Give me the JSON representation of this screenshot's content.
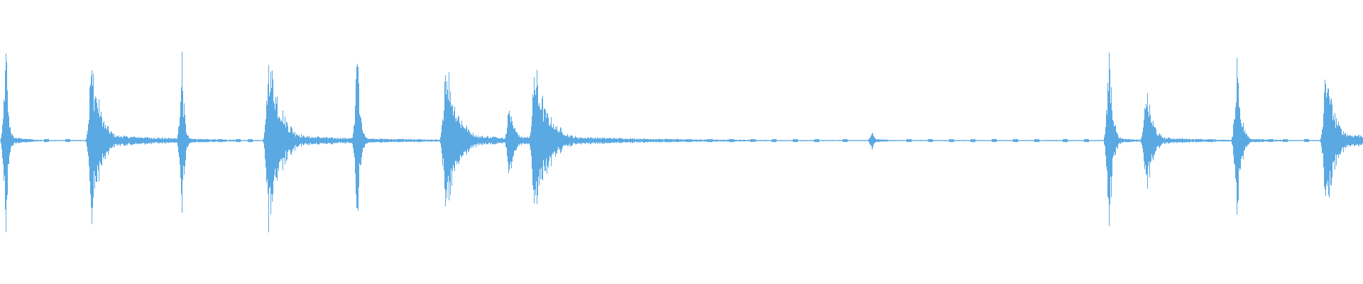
{
  "waveform": {
    "color": "#5aa9e3",
    "background": "#ffffff",
    "duration_units": 1920,
    "transients": [
      {
        "t": 8,
        "amp": 0.88,
        "decay": 18,
        "tail": 0.05
      },
      {
        "t": 128,
        "amp": 0.76,
        "decay": 70,
        "tail": 0.07
      },
      {
        "t": 256,
        "amp": 0.74,
        "decay": 18,
        "tail": 0.03
      },
      {
        "t": 378,
        "amp": 0.85,
        "decay": 90,
        "tail": 0.06
      },
      {
        "t": 503,
        "amp": 0.86,
        "decay": 22,
        "tail": 0.03
      },
      {
        "t": 627,
        "amp": 0.78,
        "decay": 90,
        "tail": 0.06
      },
      {
        "t": 717,
        "amp": 0.36,
        "decay": 40,
        "tail": 0.05
      },
      {
        "t": 752,
        "amp": 0.66,
        "decay": 110,
        "tail": 0.05
      },
      {
        "t": 1228,
        "amp": 0.08,
        "decay": 18,
        "tail": 0.02
      },
      {
        "t": 1562,
        "amp": 0.9,
        "decay": 26,
        "tail": 0.03
      },
      {
        "t": 1614,
        "amp": 0.5,
        "decay": 50,
        "tail": 0.04
      },
      {
        "t": 1742,
        "amp": 0.8,
        "decay": 30,
        "tail": 0.03
      },
      {
        "t": 1867,
        "amp": 0.7,
        "decay": 70,
        "tail": 0.08
      }
    ],
    "noise_blips": [
      40,
      65,
      95,
      170,
      182,
      210,
      290,
      310,
      335,
      352,
      440,
      460,
      478,
      530,
      545,
      565,
      590,
      860,
      880,
      910,
      940,
      970,
      1000,
      1030,
      1060,
      1090,
      1120,
      1150,
      1190,
      1280,
      1310,
      1340,
      1370,
      1400,
      1430,
      1460,
      1500,
      1530,
      1590,
      1640,
      1670,
      1690,
      1705,
      1770,
      1790,
      1810,
      1840
    ]
  }
}
